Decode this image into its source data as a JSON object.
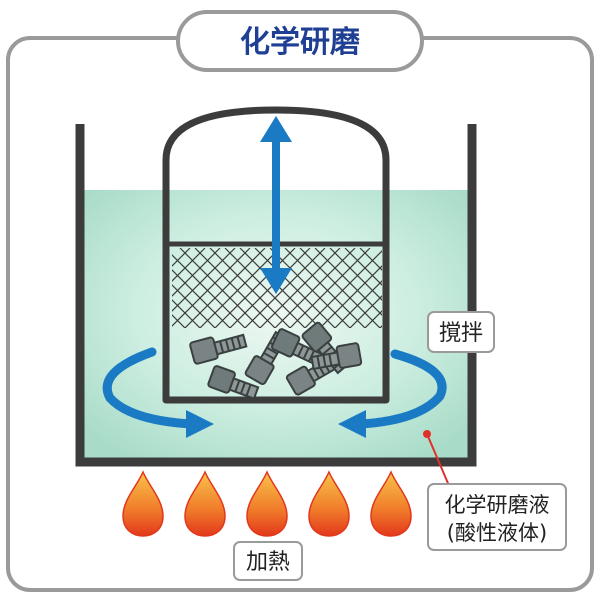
{
  "title": "化学研磨",
  "labels": {
    "stirring": "撹拌",
    "heating": "加熱",
    "solution_line1": "化学研磨液",
    "solution_line2": "(酸性液体)"
  },
  "colors": {
    "title_text": "#1f3f94",
    "frame_stroke": "#9a9a9a",
    "tank_stroke": "#3c3c3c",
    "liquid": "#bfe6d6",
    "arrow_blue": "#1a7bc4",
    "flame_outer": "#e83b1f",
    "flame_inner": "#f7b13a",
    "bolt": "#7a8484",
    "leader_line": "#e1302a"
  },
  "icons": [
    "double-arrow-vertical-icon",
    "circular-stir-arrow-icon",
    "flame-icon",
    "bolt-icon",
    "mesh-basket-icon"
  ]
}
